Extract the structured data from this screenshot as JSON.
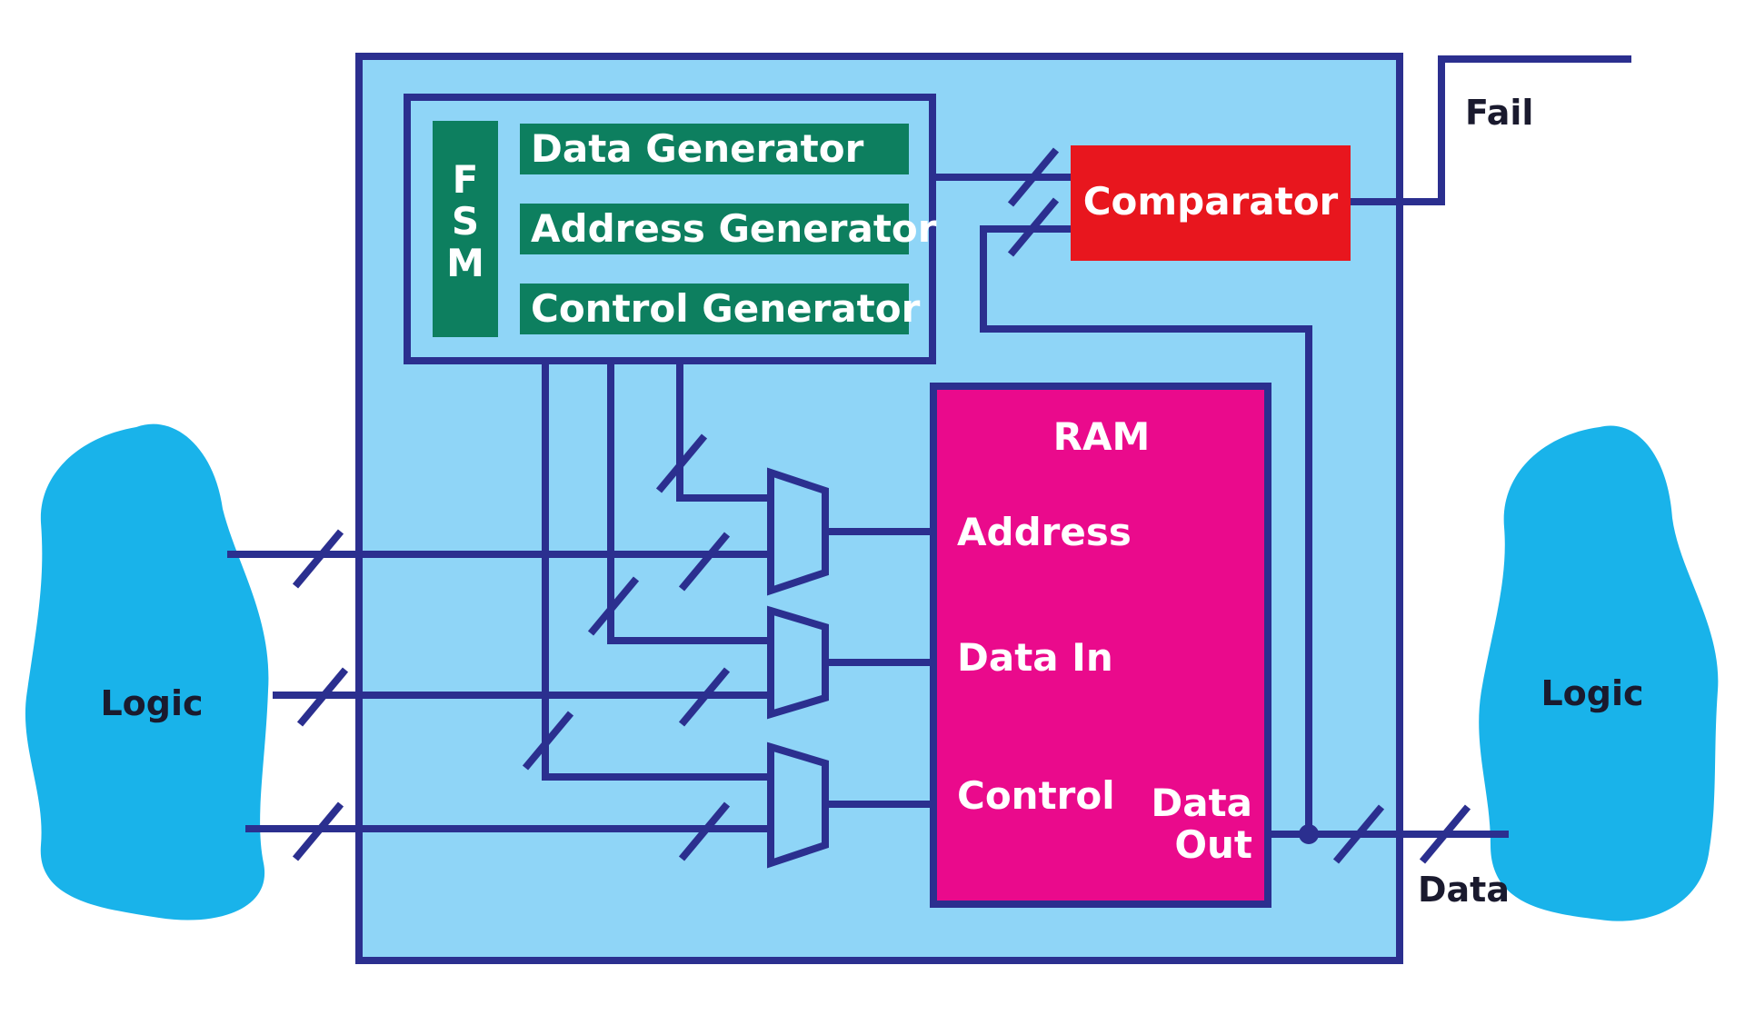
{
  "blocks": {
    "fsm": [
      "F",
      "S",
      "M"
    ],
    "data_generator": "Data Generator",
    "address_generator": "Address Generator",
    "control_generator": "Control Generator",
    "comparator": "Comparator",
    "ram": "RAM",
    "ram_address": "Address",
    "ram_data_in": "Data In",
    "ram_control": "Control",
    "ram_data_out": [
      "Data",
      "Out"
    ]
  },
  "external": {
    "logic_left": "Logic",
    "logic_right": "Logic",
    "fail": "Fail",
    "data": "Data"
  },
  "colors": {
    "bist_bg": "#8fd5f7",
    "wire": "#2b2f8f",
    "generator": "#0d7f5f",
    "comparator": "#e8161e",
    "ram": "#ea0a8c",
    "logic_cloud": "#19b3ea"
  }
}
